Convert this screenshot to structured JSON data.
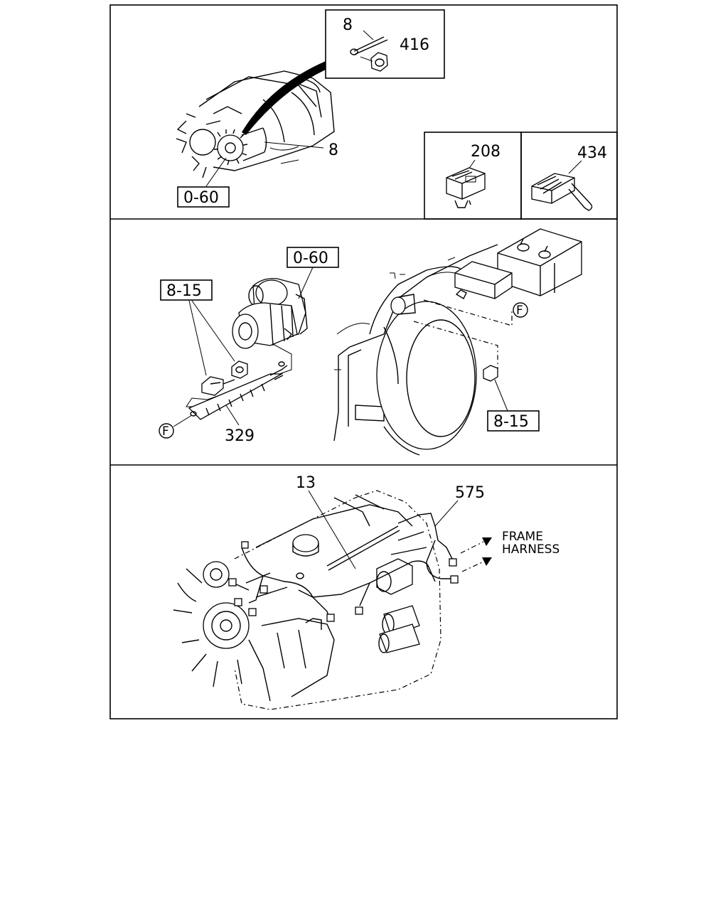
{
  "sections": {
    "top": {
      "inset_labels": [
        "8",
        "416"
      ],
      "callout_8": "8",
      "ref_box": "0-60",
      "connector_208": "208",
      "connector_434": "434"
    },
    "middle": {
      "ref_box_starter": "0-60",
      "ref_box_bolt": "8-15",
      "ref_box_nut": "8-15",
      "part_329": "329",
      "circle_f_left": "F",
      "circle_f_right": "F"
    },
    "bottom": {
      "part_13": "13",
      "part_575": "575",
      "frame_harness_line1": "FRAME",
      "frame_harness_line2": "HARNESS"
    }
  }
}
